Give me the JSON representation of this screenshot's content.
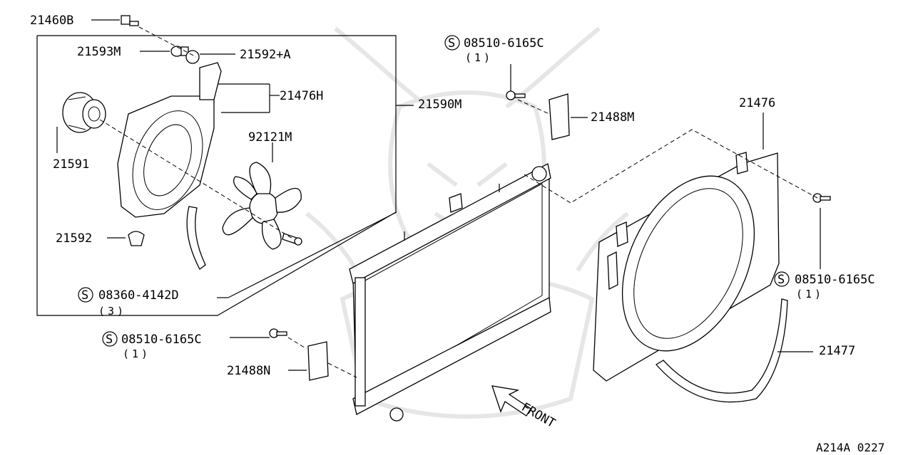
{
  "labels": {
    "p21460b": "21460B",
    "p21593m": "21593M",
    "p21592a": "21592+A",
    "p21476h": "21476H",
    "p21590m": "21590M",
    "p21591": "21591",
    "p92121m": "92121M",
    "p21592": "21592",
    "s083604142d": "08360-4142D",
    "q3": "(3)",
    "s085106165c_top": "08510-6165C",
    "q1_top": "(1)",
    "p21488m": "21488M",
    "p21476": "21476",
    "s085106165c_right": "08510-6165C",
    "q1_right": "(1)",
    "p21477": "21477",
    "s085106165c_left": "08510-6165C",
    "q1_left": "(1)",
    "p21488n": "21488N",
    "front": "FRONT",
    "diagram_code": "A214A 0227",
    "s_symbol": "S"
  },
  "icons": [
    "front-direction-arrow-icon",
    "s-circle-symbol-icon"
  ]
}
